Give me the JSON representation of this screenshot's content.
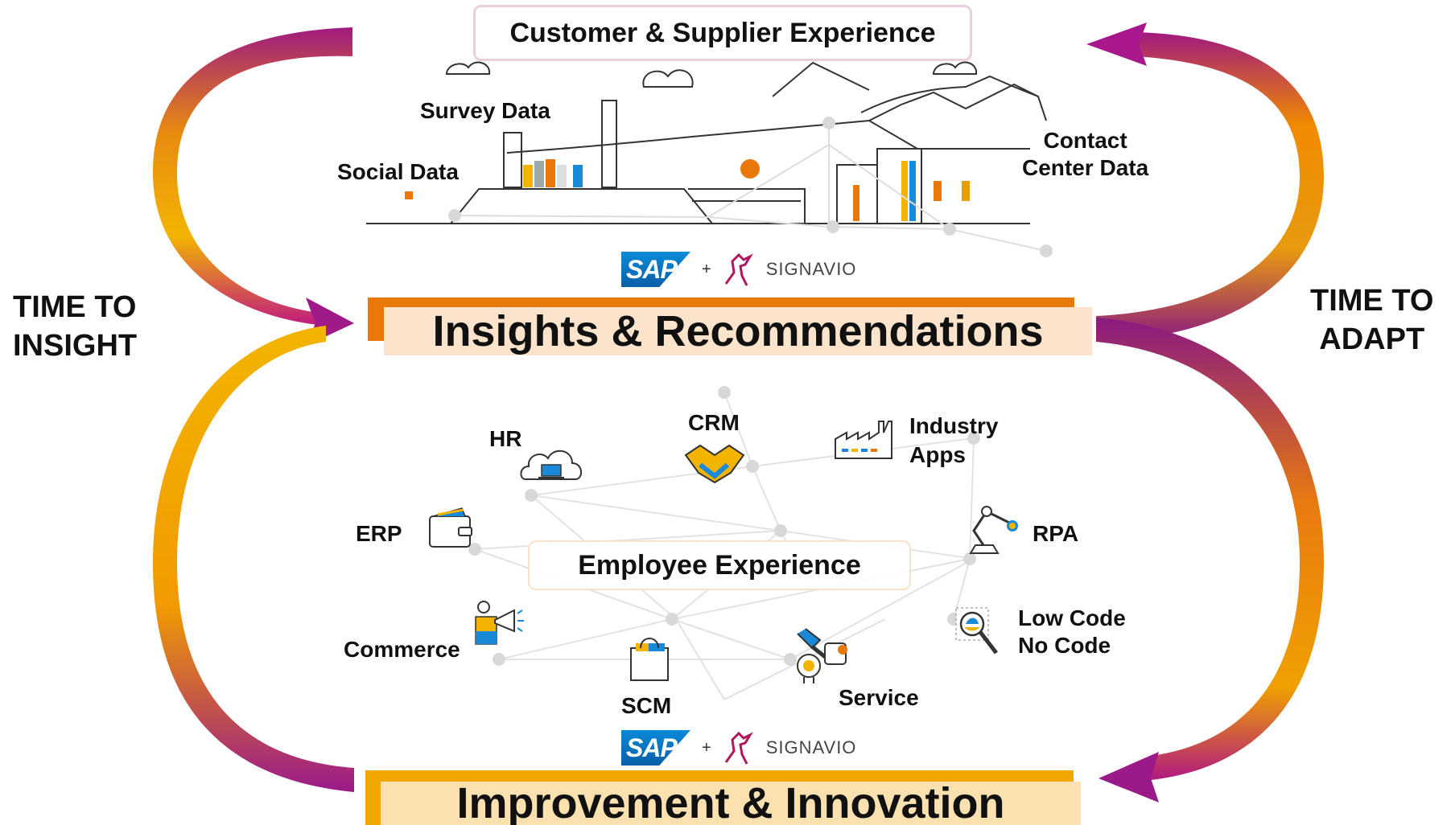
{
  "header_box": {
    "label": "Customer & Supplier Experience"
  },
  "top_sources": {
    "survey": "Survey Data",
    "social": "Social Data",
    "contact_line1": "Contact",
    "contact_line2": "Center Data"
  },
  "brand_top": {
    "sap": "SAP",
    "plus": "+",
    "signavio": "SIGNAVIO"
  },
  "brand_bottom": {
    "sap": "SAP",
    "plus": "+",
    "signavio": "SIGNAVIO"
  },
  "left_label": {
    "line1": "TIME TO",
    "line2": "INSIGHT"
  },
  "right_label": {
    "line1": "TIME TO",
    "line2": "ADAPT"
  },
  "insights_banner": {
    "label": "Insights & Recommendations"
  },
  "improvement_banner": {
    "label": "Improvement & Innovation"
  },
  "employee_box": {
    "label": "Employee Experience"
  },
  "apps": {
    "hr": "HR",
    "crm": "CRM",
    "industry_line1": "Industry",
    "industry_line2": "Apps",
    "erp": "ERP",
    "rpa": "RPA",
    "commerce": "Commerce",
    "scm": "SCM",
    "service": "Service",
    "lowcode_line1": "Low Code",
    "lowcode_line2": "No Code"
  },
  "colors": {
    "arrow_start": "#f2b400",
    "arrow_mid": "#f08a00",
    "arrow_end": "#9b1a8a",
    "insights_bar": "#e8780a",
    "insights_fill": "#fbe3cc",
    "improve_bar": "#f0a800",
    "improve_fill": "#fbe0b0"
  }
}
